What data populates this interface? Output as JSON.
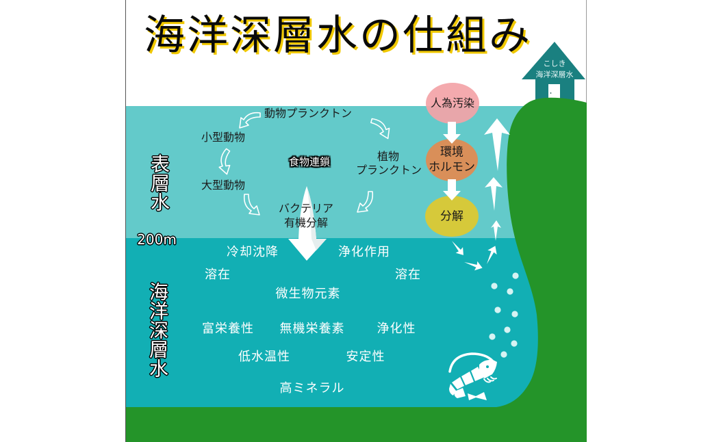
{
  "title": "海洋深層水の仕組み",
  "house": {
    "line1": "こしき",
    "line2": "海洋深層水"
  },
  "surface_layer": {
    "label": "表層水",
    "food_chain_label": "食物連鎖",
    "food_chain": {
      "zooplankton": "動物プランクトン",
      "small_animals": "小型動物",
      "large_animals": "大型動物",
      "bacteria": [
        "バクテリア",
        "有機分解"
      ],
      "phytoplankton": [
        "植物",
        "プランクトン"
      ]
    }
  },
  "depth_marker": "200m",
  "pollution_flow": [
    {
      "lines": [
        "人為汚染"
      ],
      "color": "#f3a3a7"
    },
    {
      "lines": [
        "環境",
        "ホルモン"
      ],
      "color": "#d98f59"
    },
    {
      "lines": [
        "分解"
      ],
      "color": "#d6c93a"
    }
  ],
  "deep_layer": {
    "label": "海洋深層水",
    "properties": [
      "冷却沈降",
      "浄化作用",
      "溶在",
      "溶在",
      "微生物元素",
      "富栄養性",
      "無機栄養素",
      "浄化性",
      "低水温性",
      "安定性",
      "高ミネラル"
    ]
  },
  "colors": {
    "surface_water": "#63caca",
    "deep_water": "#12afb4",
    "land": "#249429",
    "house": "#1a8080",
    "title_shadow": "#f0c800",
    "bubble": "#d6f3f3"
  }
}
